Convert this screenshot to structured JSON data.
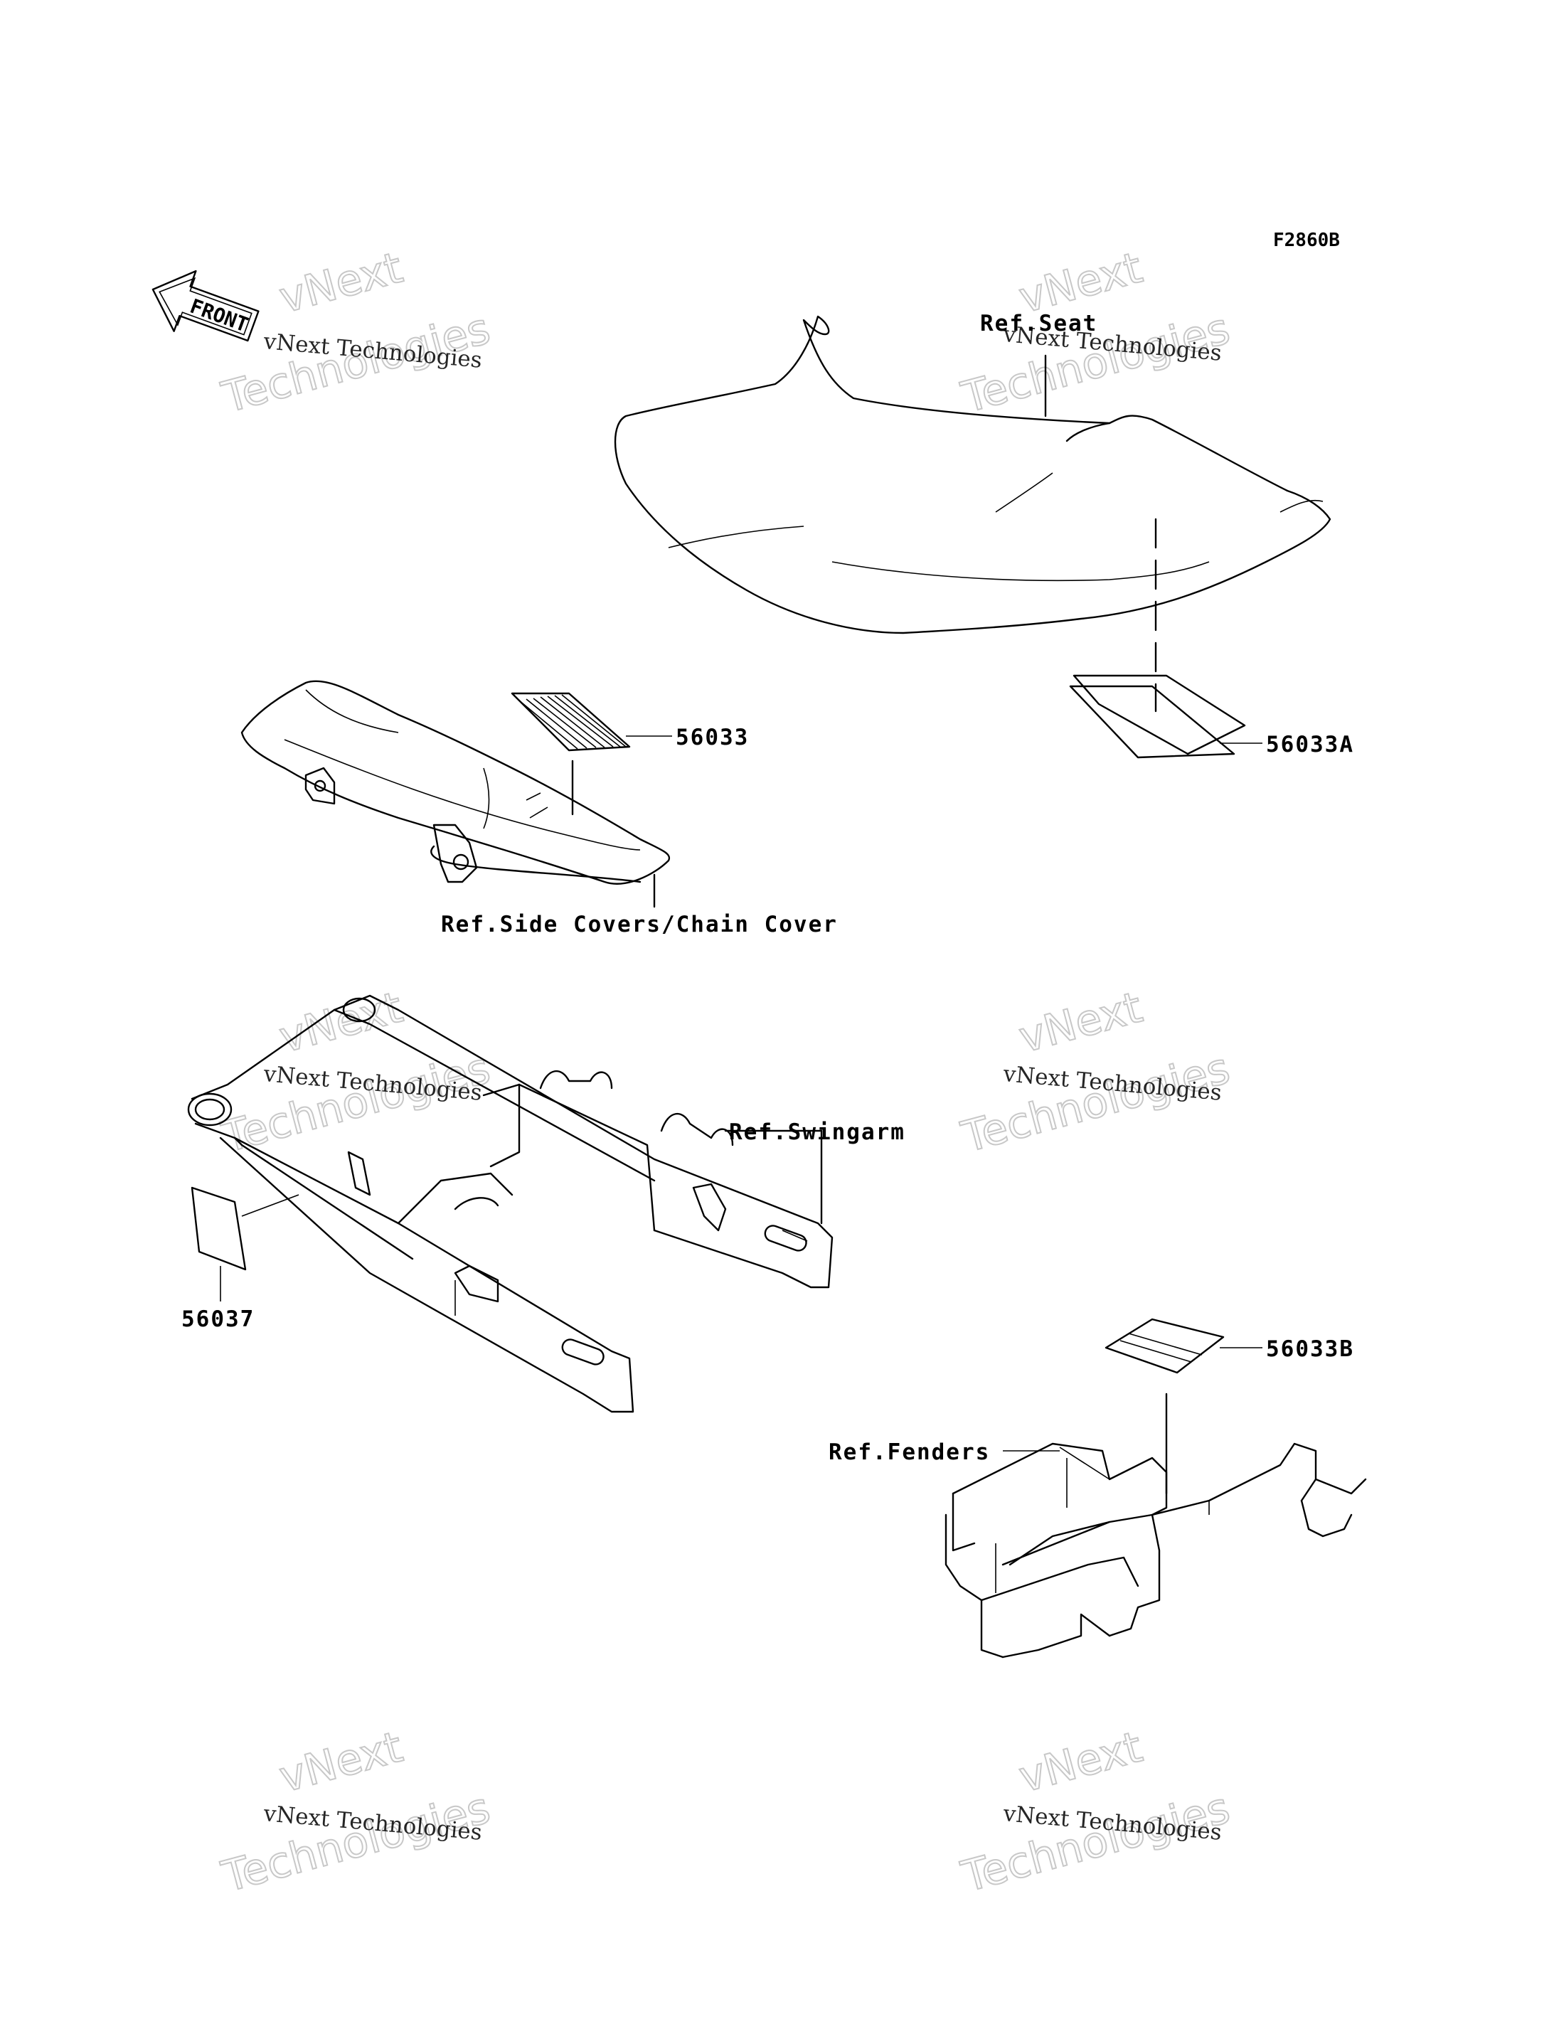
{
  "figure_code": "F2860B",
  "front_badge": "FRONT",
  "watermark": {
    "line1": "vNext Technologies",
    "line2": "vNext",
    "line3": "Technologies"
  },
  "labels": {
    "ref_seat": "Ref.Seat",
    "ref_side_covers": "Ref.Side Covers/Chain Cover",
    "ref_swingarm": "Ref.Swingarm",
    "ref_fenders": "Ref.Fenders"
  },
  "parts": [
    {
      "number": "56033"
    },
    {
      "number": "56033A"
    },
    {
      "number": "56037"
    },
    {
      "number": "56033B"
    }
  ]
}
